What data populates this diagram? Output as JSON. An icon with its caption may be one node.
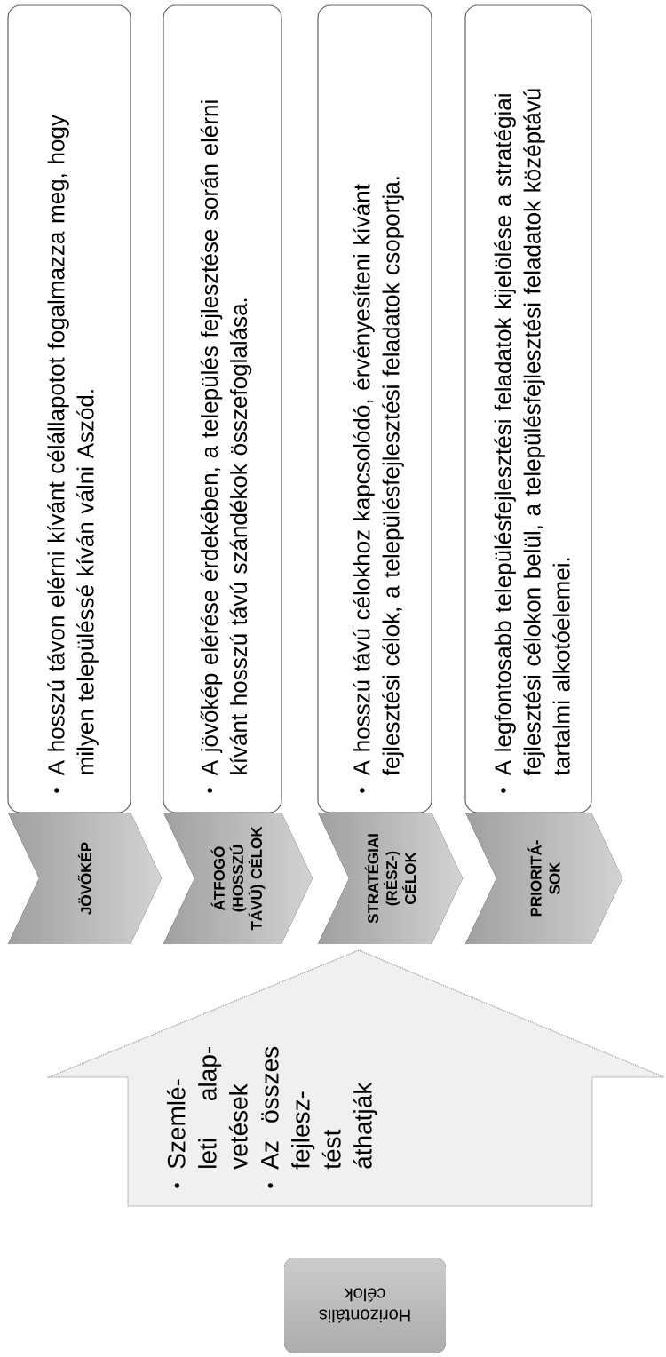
{
  "diagram": {
    "nodes": [
      {
        "text": [
          "JÖVŐKÉP"
        ]
      },
      {
        "text": [
          "A hosszú távon elérni kívánt célállapotot fogalmazza meg, hogy milyen településsé kíván válni Aszód."
        ]
      },
      {
        "text": [
          "ÁTFOGÓ (HOSSZÚ TÁVÚ) CÉLOK"
        ]
      },
      {
        "text": [
          "A jövőkép elérése érdekében, a település fejlesztése során elérni kívánt hosszú távú szándékok összefoglalása."
        ]
      },
      {
        "text": [
          "STRATÉGIAI (RÉSZ-) CÉLOK"
        ]
      },
      {
        "text": [
          "A hosszú távú célokhoz kapcsolódó, érvényesíteni kívánt fejlesztési célok, a településfejlesztési feladatok csoportja."
        ]
      },
      {
        "text": [
          "PRIORITÁ- SOK"
        ]
      },
      {
        "text": [
          "A legfontosabb településfejlesztési feladatok kijelölése a stratégiai fejlesztési célokon belül, a településfejlesztési feladatok középtávú tartalmi alkotóelemei."
        ]
      },
      {
        "text": [
          "Szemlé- leti alap- vetések",
          "Az összes fejlesz- tést áthatják"
        ]
      },
      {
        "text": [
          "Horizontális célok"
        ]
      }
    ]
  }
}
